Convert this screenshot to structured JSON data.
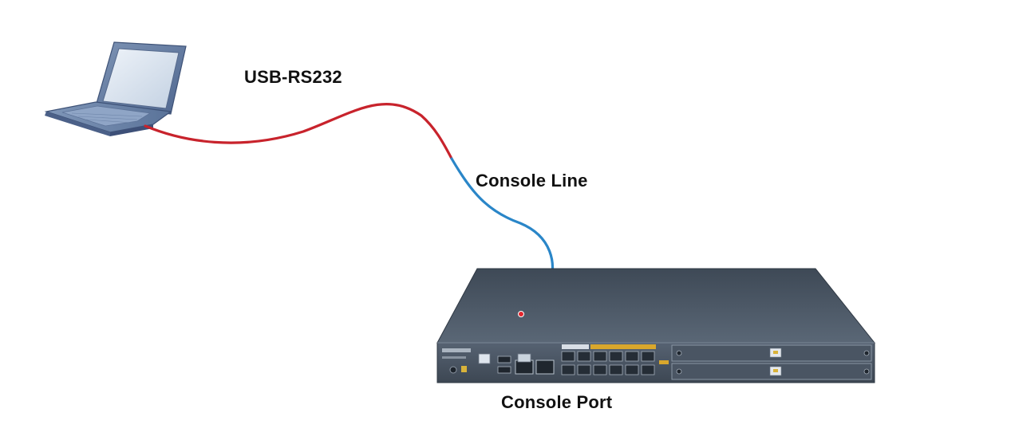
{
  "labels": {
    "usb_rs232": "USB-RS232",
    "console_line": "Console Line",
    "console_port": "Console Port"
  },
  "colors": {
    "usb_cable": "#c8232c",
    "console_cable": "#2a86c8",
    "device_body": "#4d5a68",
    "laptop_screen": "#d9e4ef"
  },
  "icons": {
    "computer": "laptop-icon",
    "device": "network-switch-icon",
    "connector": "console-connector-icon"
  }
}
